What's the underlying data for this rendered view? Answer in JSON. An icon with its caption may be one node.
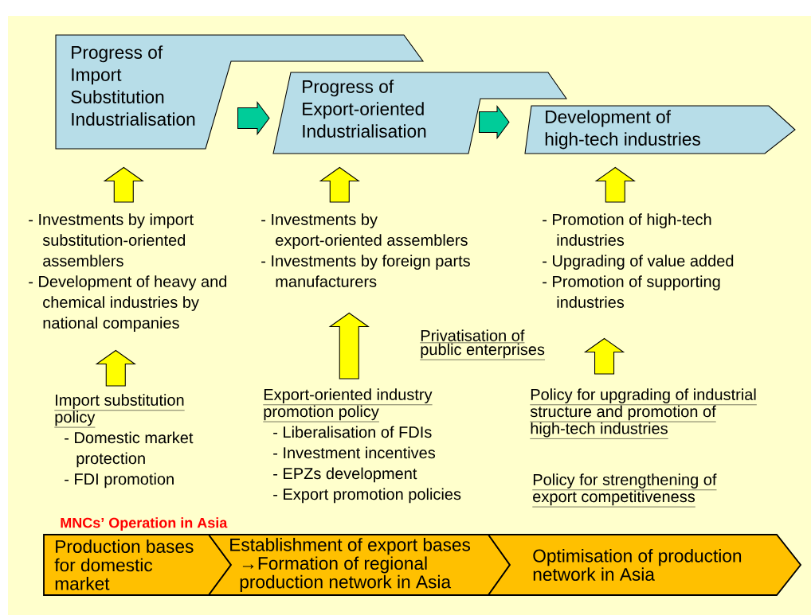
{
  "diagram": {
    "nodes": [
      {
        "text": [
          "Progress of Import Substitution Industrialisation"
        ]
      },
      {
        "text": [
          "Progress of Export-oriented Industrialisation"
        ]
      },
      {
        "text": [
          "Development of high-tech industries"
        ]
      },
      {
        "text": [
          "- Investments by import substitution-oriented assemblers",
          "- Development of heavy and chemical industries by national companies"
        ]
      },
      {
        "text": [
          "- Investments by export-oriented assemblers",
          "- Investments by foreign parts manufacturers"
        ]
      },
      {
        "text": [
          "- Promotion of high-tech industries",
          "- Upgrading of value added",
          "- Promotion of supporting industries"
        ]
      },
      {
        "text": [
          "Import substitution policy",
          "- Domestic market protection",
          "- FDI promotion"
        ]
      },
      {
        "text": [
          "Export-oriented industry promotion policy",
          "- Liberalisation of FDIs",
          "- Investment incentives",
          "- EPZs development",
          "- Export promotion policies"
        ]
      },
      {
        "text": [
          "Policy for upgrading of industrial structure and promotion of high-tech industries"
        ]
      },
      {
        "text": [
          "Production bases for domestic market"
        ]
      },
      {
        "text": [
          "Establishment of export bases →Formation of regional production network in Asia"
        ]
      },
      {
        "text": [
          "Optimisation of production network in Asia"
        ]
      }
    ],
    "edges": [
      {
        "from": 0,
        "to": 1,
        "arrow": "to",
        "color": "#00cc99"
      },
      {
        "from": 1,
        "to": 2,
        "arrow": "to",
        "color": "#00cc99"
      },
      {
        "from": 3,
        "to": 0,
        "arrow": "to"
      },
      {
        "from": 4,
        "to": 1,
        "arrow": "to"
      },
      {
        "from": 5,
        "to": 2,
        "arrow": "to"
      },
      {
        "from": 6,
        "to": 3,
        "arrow": "to"
      },
      {
        "from": 7,
        "to": 4,
        "arrow": "to"
      },
      {
        "from": 8,
        "to": 5,
        "arrow": "to"
      }
    ],
    "labels": [
      "Privatisation of public enterprises",
      "Policy for strengthening of export competitiveness",
      "MNCs’ Operation in Asia"
    ]
  }
}
